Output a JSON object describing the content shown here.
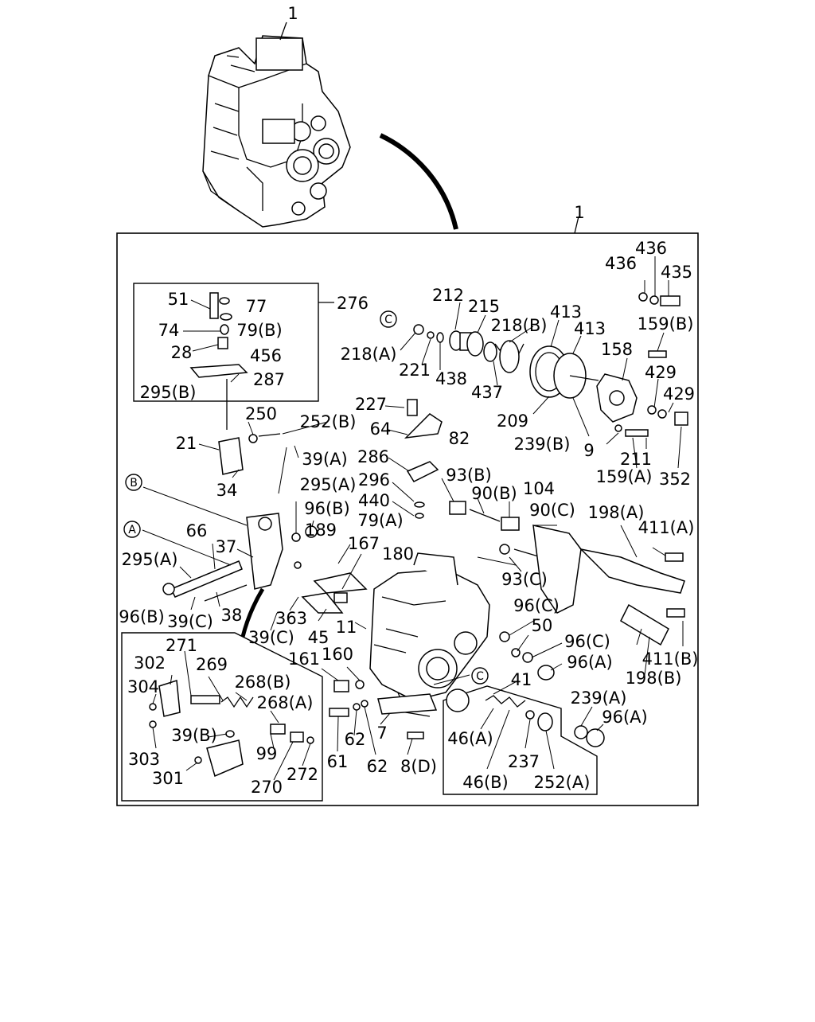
{
  "labels": [
    {
      "t": "1"
    },
    {
      "t": "1"
    },
    {
      "t": "436"
    },
    {
      "t": "436"
    },
    {
      "t": "435"
    },
    {
      "t": "159(B)"
    },
    {
      "t": "158"
    },
    {
      "t": "429"
    },
    {
      "t": "429"
    },
    {
      "t": "212"
    },
    {
      "t": "215"
    },
    {
      "t": "413"
    },
    {
      "t": "413"
    },
    {
      "t": "218(B)"
    },
    {
      "t": "218(A)"
    },
    {
      "t": "221"
    },
    {
      "t": "438"
    },
    {
      "t": "437"
    },
    {
      "t": "209"
    },
    {
      "t": "239(B)"
    },
    {
      "t": "9"
    },
    {
      "t": "211"
    },
    {
      "t": "159(A)"
    },
    {
      "t": "352"
    },
    {
      "t": "51"
    },
    {
      "t": "77"
    },
    {
      "t": "276"
    },
    {
      "t": "74"
    },
    {
      "t": "79(B)"
    },
    {
      "t": "28"
    },
    {
      "t": "456"
    },
    {
      "t": "287"
    },
    {
      "t": "295(B)"
    },
    {
      "t": "227"
    },
    {
      "t": "64"
    },
    {
      "t": "82"
    },
    {
      "t": "250"
    },
    {
      "t": "252(B)"
    },
    {
      "t": "21"
    },
    {
      "t": "39(A)"
    },
    {
      "t": "286"
    },
    {
      "t": "34"
    },
    {
      "t": "296"
    },
    {
      "t": "93(B)"
    },
    {
      "t": "295(A)"
    },
    {
      "t": "90(B)"
    },
    {
      "t": "104"
    },
    {
      "t": "440"
    },
    {
      "t": "96(B)"
    },
    {
      "t": "90(C)"
    },
    {
      "t": "198(A)"
    },
    {
      "t": "79(A)"
    },
    {
      "t": "189"
    },
    {
      "t": "411(A)"
    },
    {
      "t": "66"
    },
    {
      "t": "167"
    },
    {
      "t": "37"
    },
    {
      "t": "180"
    },
    {
      "t": "295(A)"
    },
    {
      "t": "93(C)"
    },
    {
      "t": "363"
    },
    {
      "t": "96(B)"
    },
    {
      "t": "39(C)"
    },
    {
      "t": "38"
    },
    {
      "t": "39(C)"
    },
    {
      "t": "45"
    },
    {
      "t": "11"
    },
    {
      "t": "96(C)"
    },
    {
      "t": "50"
    },
    {
      "t": "271"
    },
    {
      "t": "96(C)"
    },
    {
      "t": "411(B)"
    },
    {
      "t": "302"
    },
    {
      "t": "269"
    },
    {
      "t": "161"
    },
    {
      "t": "160"
    },
    {
      "t": "96(A)"
    },
    {
      "t": "268(B)"
    },
    {
      "t": "41"
    },
    {
      "t": "304"
    },
    {
      "t": "198(B)"
    },
    {
      "t": "268(A)"
    },
    {
      "t": "239(A)"
    },
    {
      "t": "39(B)"
    },
    {
      "t": "7"
    },
    {
      "t": "96(A)"
    },
    {
      "t": "46(A)"
    },
    {
      "t": "62"
    },
    {
      "t": "303"
    },
    {
      "t": "99"
    },
    {
      "t": "237"
    },
    {
      "t": "61"
    },
    {
      "t": "62"
    },
    {
      "t": "8(D)"
    },
    {
      "t": "301"
    },
    {
      "t": "272"
    },
    {
      "t": "46(B)"
    },
    {
      "t": "252(A)"
    },
    {
      "t": "270"
    }
  ],
  "callouts": [
    {
      "t": "C"
    },
    {
      "t": "B"
    },
    {
      "t": "A"
    },
    {
      "t": "C"
    }
  ]
}
